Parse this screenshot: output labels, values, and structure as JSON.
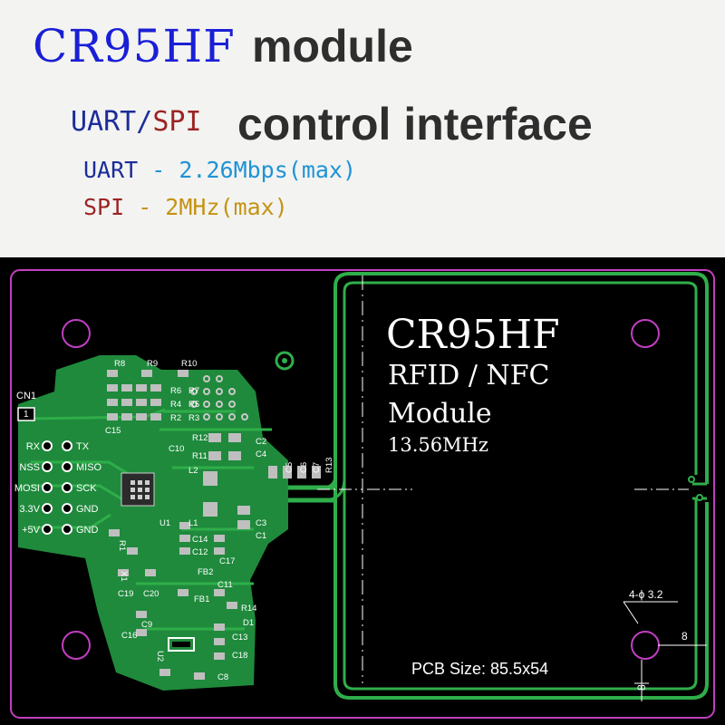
{
  "header": {
    "chip": "CR95HF",
    "module_word": "module",
    "interface_uart": "UART",
    "interface_slash": "/",
    "interface_spi": "SPI",
    "interface_caption": "control interface",
    "uart_label": "UART",
    "uart_speed": " - 2.26Mbps(max)",
    "spi_label": "SPI",
    "spi_speed": " - 2MHz(max)"
  },
  "board": {
    "title": "CR95HF",
    "subtitle": "RFID / NFC",
    "module": "Module",
    "frequency": "13.56MHz",
    "pcb_size": "PCB Size: 85.5x54",
    "hole_note": "4-ϕ 3.2",
    "dim_a": "8",
    "dim_b": "8",
    "connector": "CN1",
    "pin1": "1",
    "pins_left": [
      "RX",
      "NSS",
      "MOSI",
      "3.3V",
      "+5V"
    ],
    "pins_right": [
      "TX",
      "MISO",
      "SCK",
      "GND",
      "GND"
    ],
    "components": {
      "r8": "R8",
      "r9": "R9",
      "r10": "R10",
      "r6": "R6",
      "r7": "R7",
      "r4": "R4",
      "r5": "R5",
      "r2": "R2",
      "r3": "R3",
      "c15": "C15",
      "r12": "R12",
      "c10": "C10",
      "r11": "R11",
      "l2": "L2",
      "c2": "C2",
      "c4": "C4",
      "c5": "C5",
      "c6": "C6",
      "c7": "C7",
      "r13": "R13",
      "u1": "U1",
      "l1": "L1",
      "c3": "C3",
      "c1": "C1",
      "r1": "R1",
      "c14": "C14",
      "c12": "C12",
      "c17": "C17",
      "fb2": "FB2",
      "x1": "X1",
      "c19": "C19",
      "c20": "C20",
      "fb1": "FB1",
      "c11": "C11",
      "r14": "R14",
      "c9": "C9",
      "d1": "D1",
      "c16": "C16",
      "c13": "C13",
      "u2": "U2",
      "c18": "C18",
      "c8": "C8"
    }
  },
  "colors": {
    "pcb_green": "#1f8a3c",
    "copper_green": "#2fae4a",
    "silkscreen": "#ffffff",
    "mount_hole": "#c23fc2",
    "board_edge": "#c23fc2",
    "title_blue": "#1a1fd6",
    "spi_red": "#9c2424",
    "uart_speed": "#1e93d6",
    "spi_speed": "#c59314"
  }
}
